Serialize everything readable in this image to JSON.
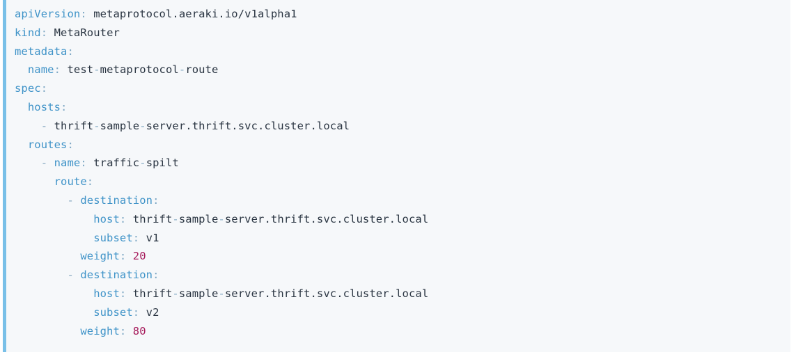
{
  "editor": {
    "language": "yaml",
    "accent_color": "#79c0e8",
    "background_color": "#f6f8fa",
    "key_color": "#3f93c8",
    "value_color": "#2a3542",
    "number_color": "#a61b5b",
    "dash_color": "#86a8c0"
  },
  "document": {
    "apiVersion": "metaprotocol.aeraki.io/v1alpha1",
    "kind": "MetaRouter",
    "metadata": {
      "name": "test-metaprotocol-route"
    },
    "spec": {
      "hosts": [
        "thrift-sample-server.thrift.svc.cluster.local"
      ],
      "routes": [
        {
          "name": "traffic-spilt",
          "route": [
            {
              "destination": {
                "host": "thrift-sample-server.thrift.svc.cluster.local",
                "subset": "v1"
              },
              "weight": "20"
            },
            {
              "destination": {
                "host": "thrift-sample-server.thrift.svc.cluster.local",
                "subset": "v2"
              },
              "weight": "80"
            }
          ]
        }
      ]
    }
  },
  "lines": [
    {
      "indent": "",
      "key": "apiVersion",
      "colon": ":",
      "value": "metaprotocol.aeraki.io/v1alpha1",
      "type": "string"
    },
    {
      "indent": "",
      "key": "kind",
      "colon": ":",
      "value": "MetaRouter",
      "type": "string"
    },
    {
      "indent": "",
      "key": "metadata",
      "colon": ":",
      "value": "",
      "type": "mapping"
    },
    {
      "indent": "  ",
      "key": "name",
      "colon": ":",
      "value": "test-metaprotocol-route",
      "type": "string"
    },
    {
      "indent": "",
      "key": "spec",
      "colon": ":",
      "value": "",
      "type": "mapping"
    },
    {
      "indent": "  ",
      "key": "hosts",
      "colon": ":",
      "value": "",
      "type": "sequence"
    },
    {
      "indent": "    ",
      "dash": "-",
      "key": "",
      "colon": "",
      "value": "thrift-sample-server.thrift.svc.cluster.local",
      "type": "item"
    },
    {
      "indent": "  ",
      "key": "routes",
      "colon": ":",
      "value": "",
      "type": "sequence"
    },
    {
      "indent": "    ",
      "dash": "-",
      "key": "name",
      "colon": ":",
      "value": "traffic-spilt",
      "type": "string"
    },
    {
      "indent": "      ",
      "key": "route",
      "colon": ":",
      "value": "",
      "type": "sequence"
    },
    {
      "indent": "        ",
      "dash": "-",
      "key": "destination",
      "colon": ":",
      "value": "",
      "type": "mapping"
    },
    {
      "indent": "            ",
      "key": "host",
      "colon": ":",
      "value": "thrift-sample-server.thrift.svc.cluster.local",
      "type": "string"
    },
    {
      "indent": "            ",
      "key": "subset",
      "colon": ":",
      "value": "v1",
      "type": "string"
    },
    {
      "indent": "          ",
      "key": "weight",
      "colon": ":",
      "value": "20",
      "type": "number"
    },
    {
      "indent": "        ",
      "dash": "-",
      "key": "destination",
      "colon": ":",
      "value": "",
      "type": "mapping"
    },
    {
      "indent": "            ",
      "key": "host",
      "colon": ":",
      "value": "thrift-sample-server.thrift.svc.cluster.local",
      "type": "string"
    },
    {
      "indent": "            ",
      "key": "subset",
      "colon": ":",
      "value": "v2",
      "type": "string"
    },
    {
      "indent": "          ",
      "key": "weight",
      "colon": ":",
      "value": "80",
      "type": "number"
    }
  ]
}
